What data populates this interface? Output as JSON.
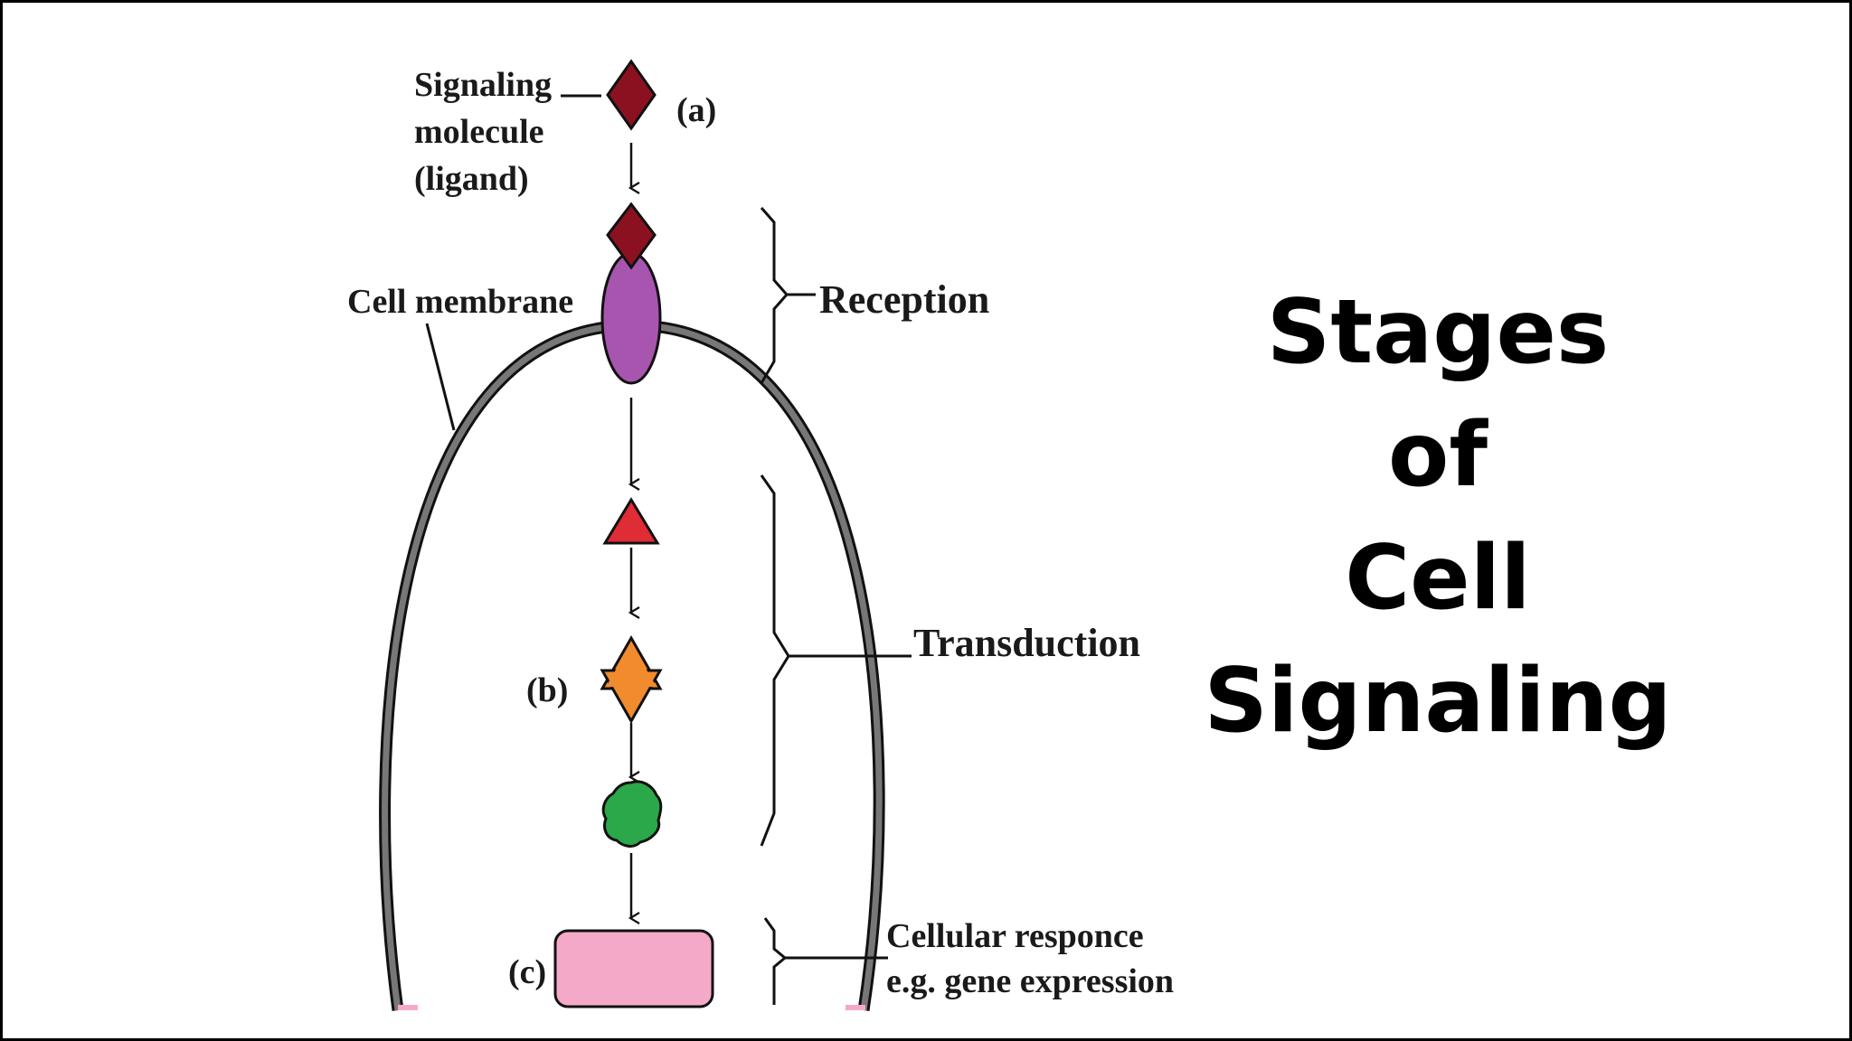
{
  "title_lines": [
    "Stages",
    "of",
    "Cell",
    "Signaling"
  ],
  "labels": {
    "signaling_molecule": [
      "Signaling",
      "molecule",
      "(ligand)"
    ],
    "stage_a": "(a)",
    "stage_b": "(b)",
    "stage_c": "(c)",
    "cell_membrane": "Cell membrane",
    "reception": "Reception",
    "transduction": "Transduction",
    "cellular_response": [
      "Cellular responce",
      "e.g. gene expression"
    ]
  },
  "colors": {
    "ligand": "#8b1120",
    "receptor": "#a855b0",
    "relay_triangle": "#e02c35",
    "relay_star": "#f28a2e",
    "relay_blob": "#2aa84a",
    "response_box": "#f4a9c8",
    "membrane": "#666666"
  }
}
